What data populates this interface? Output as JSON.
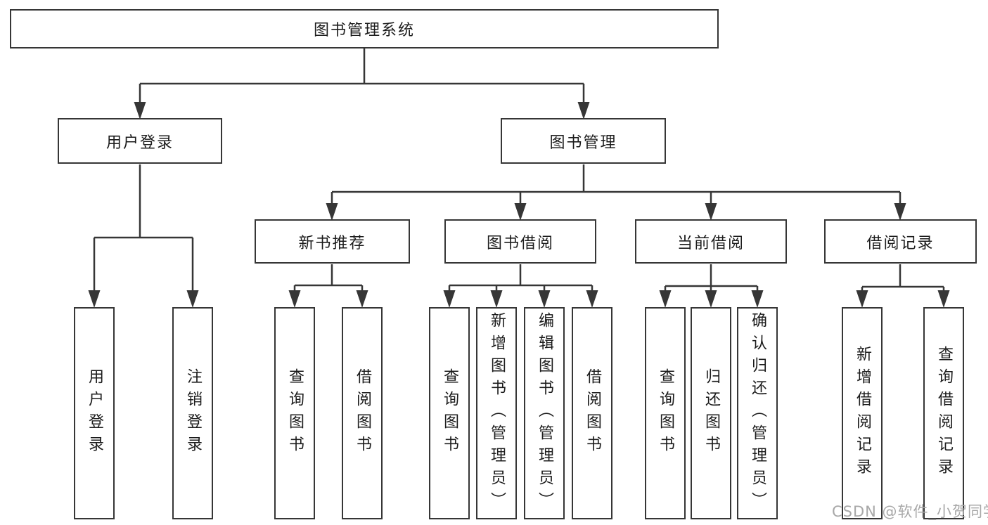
{
  "diagram": {
    "root": {
      "label": "图书管理系统"
    },
    "branches": [
      {
        "label": "用户登录",
        "leaves": [
          {
            "label": "用户登录"
          },
          {
            "label": "注销登录"
          }
        ]
      },
      {
        "label": "图书管理",
        "sections": [
          {
            "label": "新书推荐",
            "leaves": [
              {
                "label": "查询图书"
              },
              {
                "label": "借阅图书"
              }
            ]
          },
          {
            "label": "图书借阅",
            "leaves": [
              {
                "label": "查询图书"
              },
              {
                "label": "新增图书（管理员）"
              },
              {
                "label": "编辑图书（管理员）"
              },
              {
                "label": "借阅图书"
              }
            ]
          },
          {
            "label": "当前借阅",
            "leaves": [
              {
                "label": "查询图书"
              },
              {
                "label": "归还图书"
              },
              {
                "label": "确认归还（管理员）"
              }
            ]
          },
          {
            "label": "借阅记录",
            "leaves": [
              {
                "label": "新增借阅记录"
              },
              {
                "label": "查询借阅记录"
              }
            ]
          }
        ]
      }
    ]
  },
  "watermark": {
    "text": "CSDN @软件_小贺同学"
  },
  "colors": {
    "line": "#363636",
    "text": "#1c1c1c",
    "background": "#ffffff",
    "watermark": "#a8a8a8"
  }
}
